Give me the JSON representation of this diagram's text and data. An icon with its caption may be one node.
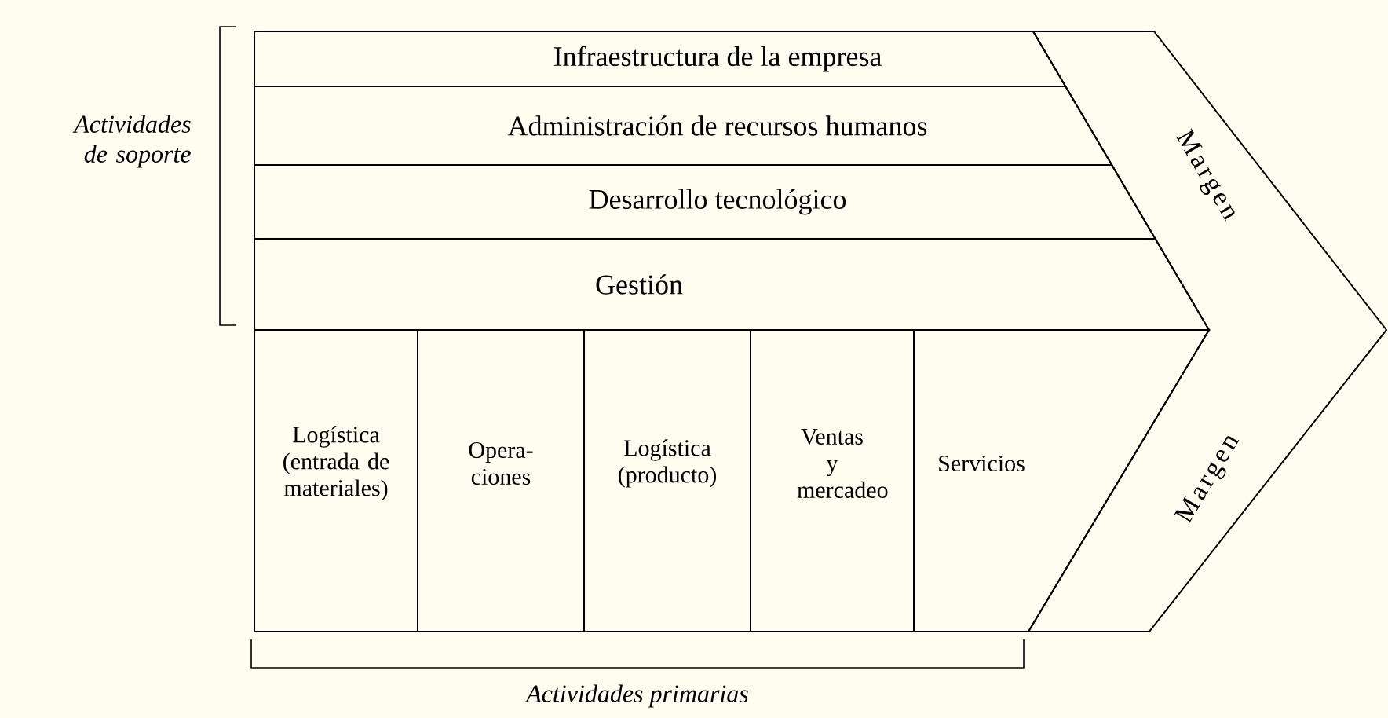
{
  "diagram": {
    "nodes": [
      {
        "text": [
          "Infraestructura de la empresa"
        ]
      },
      {
        "text": [
          "Administración de recursos humanos"
        ]
      },
      {
        "text": [
          "Desarrollo tecnológico"
        ]
      },
      {
        "text": [
          "Gestión"
        ]
      },
      {
        "text": [
          "Logística (entrada de materiales)"
        ]
      },
      {
        "text": [
          "Opera- ciones"
        ]
      },
      {
        "text": [
          "Logística (producto)"
        ]
      },
      {
        "text": [
          "Ventas y mercadeo"
        ]
      },
      {
        "text": [
          "Servicios"
        ]
      },
      {
        "text": [
          "Margen",
          "Margen"
        ]
      }
    ],
    "labels": [
      "Actividades de soporte",
      "Actividades primarias"
    ]
  }
}
